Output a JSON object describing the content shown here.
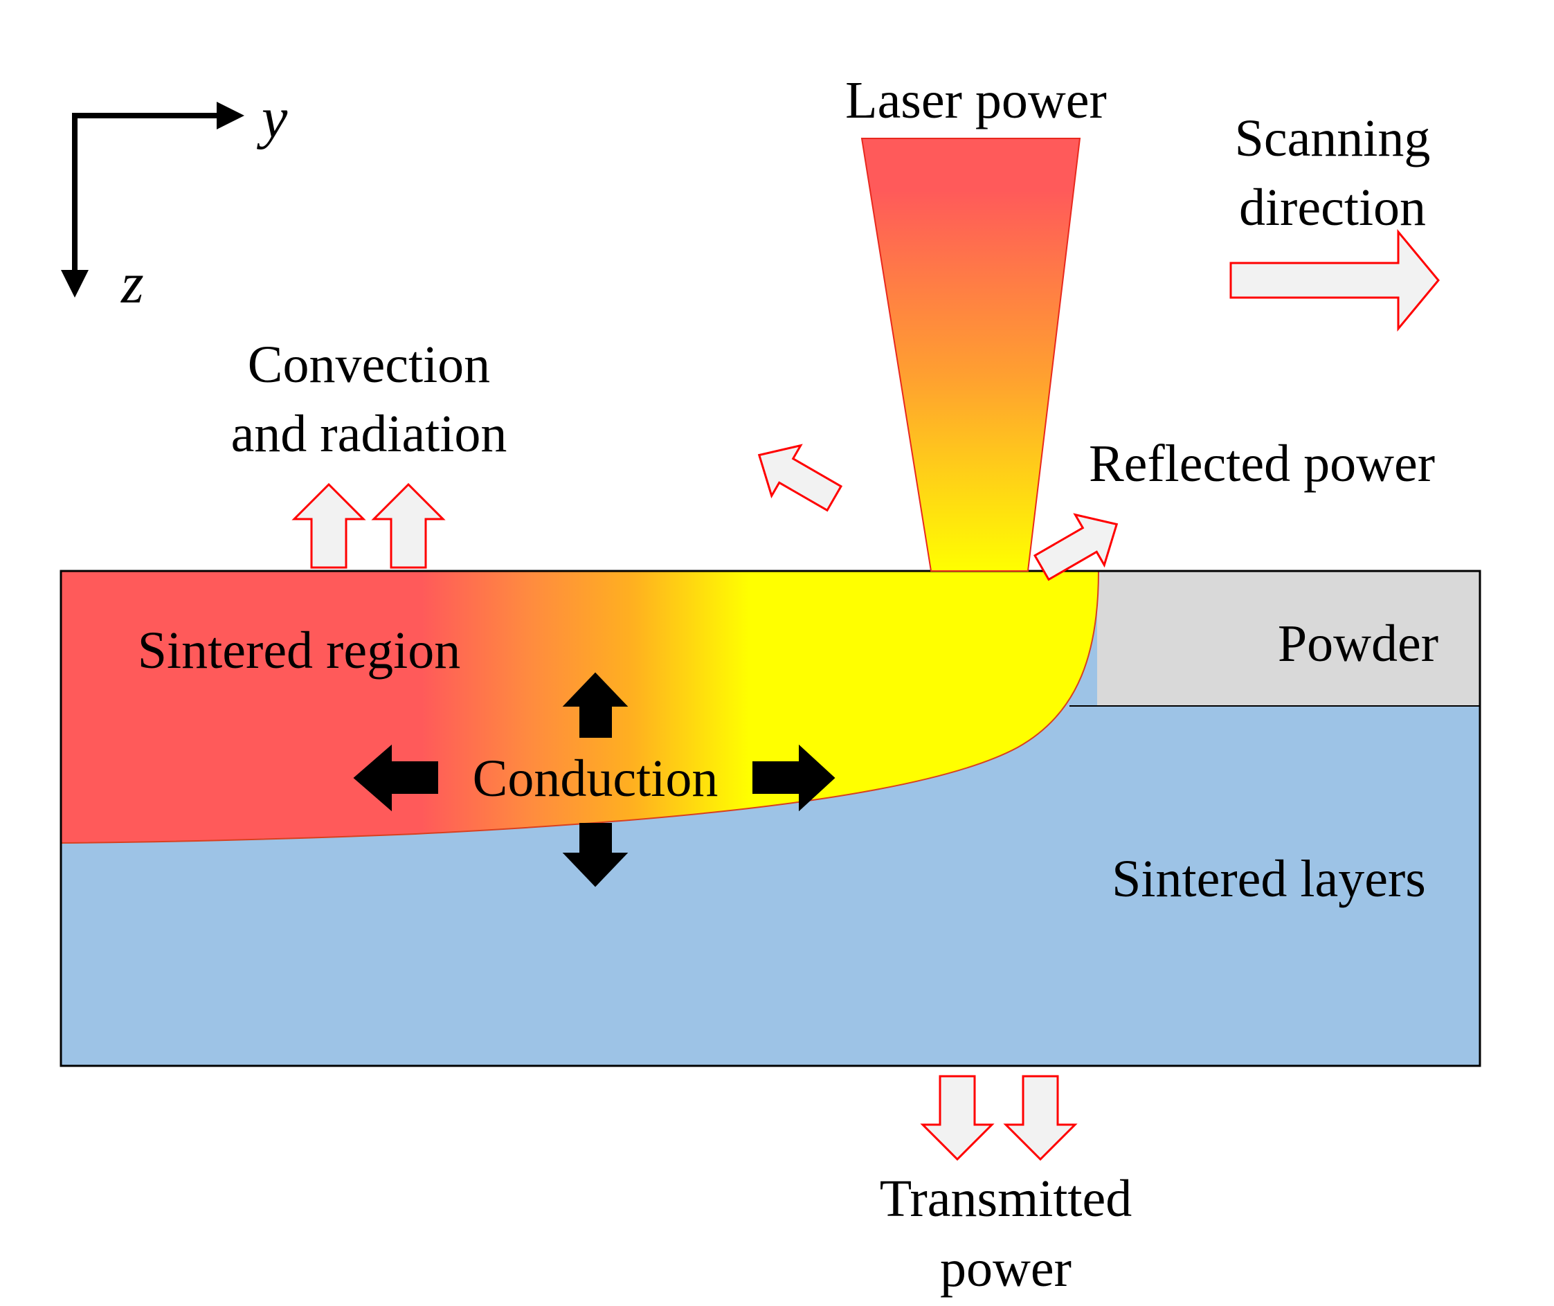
{
  "axes": {
    "horizontal": "y",
    "vertical": "z"
  },
  "labels": {
    "laser_power": "Laser power",
    "scanning_line1": "Scanning",
    "scanning_line2": "direction",
    "convection_line1": "Convection",
    "convection_line2": "and radiation",
    "reflected_power": "Reflected power",
    "sintered_region": "Sintered region",
    "powder": "Powder",
    "conduction": "Conduction",
    "sintered_layers": "Sintered layers",
    "transmitted_line1": "Transmitted",
    "transmitted_line2": "power"
  },
  "colors": {
    "sintered_region": "#ff5a5a",
    "melt_pool": "#ffff00",
    "powder": "#d9d9d9",
    "sintered_layers": "#9dc3e6",
    "laser_top": "#ff5a5a",
    "laser_bottom": "#ffff00",
    "heat_arrow_fill": "#f2f2f2",
    "heat_arrow_stroke": "#ff0000",
    "conduction_arrow": "#000000"
  }
}
